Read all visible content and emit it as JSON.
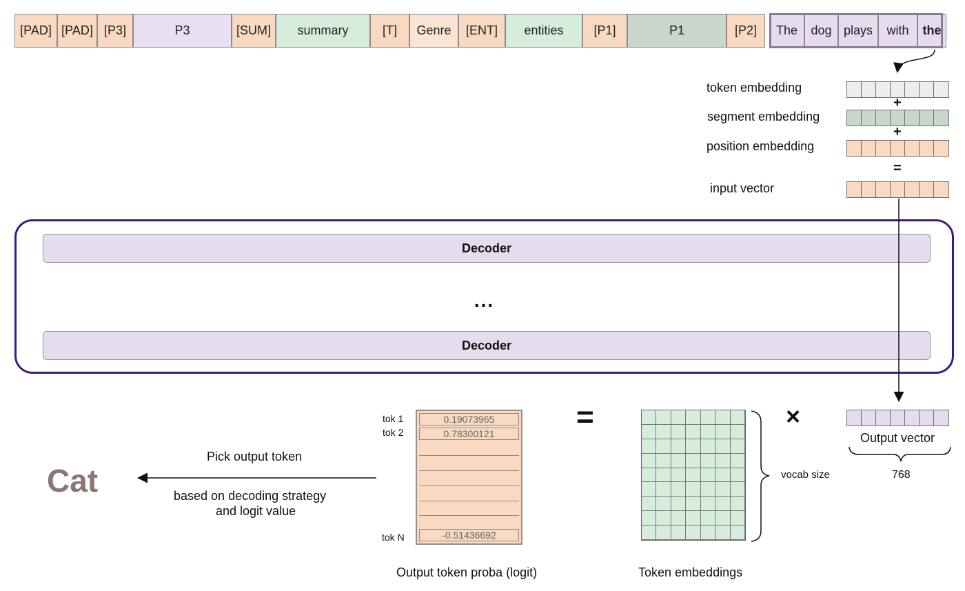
{
  "tokens": [
    {
      "text": "[PAD]",
      "style": "peach"
    },
    {
      "text": "[PAD]",
      "style": "peach"
    },
    {
      "text": "[P3]",
      "style": "peach"
    },
    {
      "text": "P3",
      "style": "lilac"
    },
    {
      "text": "[SUM]",
      "style": "peach"
    },
    {
      "text": "summary",
      "style": "mint"
    },
    {
      "text": "[T]",
      "style": "peach"
    },
    {
      "text": "Genre",
      "style": "light"
    },
    {
      "text": "[ENT]",
      "style": "peach"
    },
    {
      "text": "entities",
      "style": "mint"
    },
    {
      "text": "[P1]",
      "style": "peach"
    },
    {
      "text": "P1",
      "style": "grey"
    },
    {
      "text": "[P2]",
      "style": "peach"
    },
    {
      "text": "The",
      "style": "words"
    },
    {
      "text": "dog",
      "style": "words"
    },
    {
      "text": "plays",
      "style": "words"
    },
    {
      "text": "with",
      "style": "words"
    },
    {
      "text": "the",
      "style": "words",
      "bold": true
    }
  ],
  "embeddings": {
    "token": "token embedding",
    "segment": "segment embedding",
    "position": "position embedding",
    "input": "input vector",
    "plus": "+",
    "equals": "=",
    "colors": {
      "token": "#ececf1",
      "segment": "#c9d6cc",
      "position": "#f9d9c2",
      "input": "#f9d9c2"
    }
  },
  "decoder": {
    "layer_top": "Decoder",
    "layer_bottom": "Decoder",
    "ellipsis": "...",
    "border_color": "#3a1a86"
  },
  "logits": {
    "tok1_label": "tok 1",
    "tok2_label": "tok 2",
    "tokN_label": "tok N",
    "tok1_value": "0.19073965",
    "tok2_value": "0.78300121",
    "tokN_value": "-0.51436692",
    "caption": "Output token proba (logit)"
  },
  "matrix": {
    "caption": "Token embeddings",
    "vocab_label": "vocab size"
  },
  "operators": {
    "equals": "=",
    "times": "×"
  },
  "output_vector": {
    "label": "Output vector",
    "dim": "768"
  },
  "pick": {
    "line1": "Pick output token",
    "line2": "based on decoding strategy",
    "line3": "and logit value",
    "result": "Cat"
  }
}
